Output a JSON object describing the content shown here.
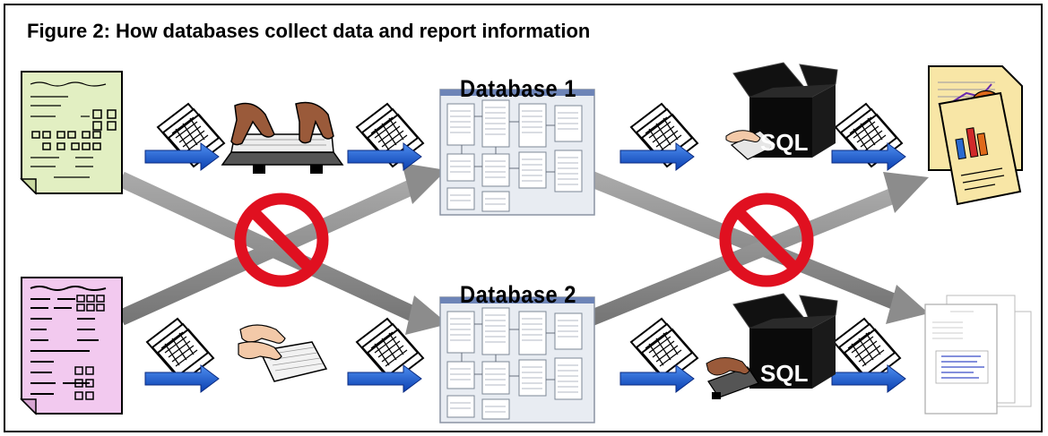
{
  "figure": {
    "title": "Figure 2: How databases collect data and report information"
  },
  "databases": [
    {
      "label": "Database 1"
    },
    {
      "label": "Database 2"
    }
  ],
  "sql_boxes": [
    {
      "label": "SQL"
    },
    {
      "label": "SQL"
    }
  ],
  "colors": {
    "blue_arrow": "#1f5fd6",
    "gray_arrow": "#8c8c8c",
    "no_symbol": "#e01020",
    "form_green": "#e2efc2",
    "form_pink": "#f2c9ef",
    "report_yellow": "#f8e6a6"
  }
}
